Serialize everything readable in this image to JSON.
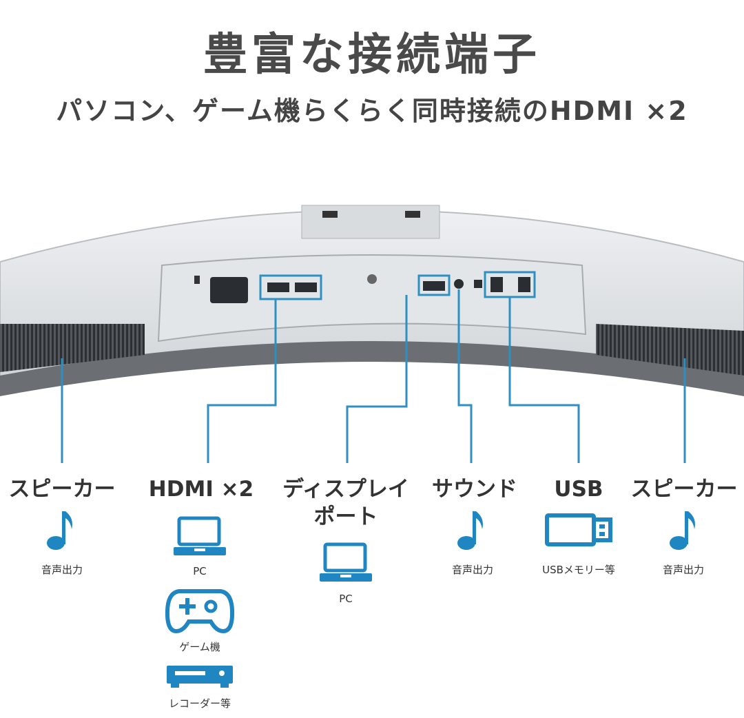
{
  "title": "豊富な接続端子",
  "subtitle": "パソコン、ゲーム機らくらく同時接続のHDMI ×2",
  "colors": {
    "line": "#2e8fc0",
    "icon": "#1f86c2",
    "frame": "#c9ccd0"
  },
  "ports": {
    "speaker_left": {
      "label": "スピーカー",
      "icon": "music-note-icon",
      "caption": "音声出力"
    },
    "hdmi": {
      "label": "HDMI ×2",
      "devices": [
        {
          "icon": "laptop-icon",
          "caption": "PC"
        },
        {
          "icon": "gamepad-icon",
          "caption": "ゲーム機"
        },
        {
          "icon": "recorder-icon",
          "caption": "レコーダー等"
        }
      ]
    },
    "displayport": {
      "label_line1": "ディスプレイ",
      "label_line2": "ポート",
      "icon": "laptop-icon",
      "caption": "PC"
    },
    "sound": {
      "label": "サウンド",
      "icon": "music-note-icon",
      "caption": "音声出力"
    },
    "usb": {
      "label": "USB",
      "icon": "usb-stick-icon",
      "caption": "USBメモリー等"
    },
    "speaker_right": {
      "label": "スピーカー",
      "icon": "music-note-icon",
      "caption": "音声出力"
    }
  }
}
